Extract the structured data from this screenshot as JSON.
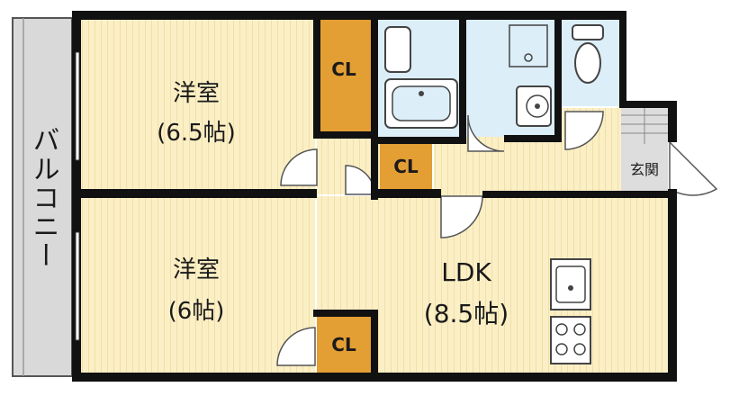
{
  "balcony": {
    "label": "バルコニー"
  },
  "rooms": {
    "western_room_1": {
      "name": "洋室",
      "size": "(6.5帖)"
    },
    "western_room_2": {
      "name": "洋室",
      "size": "(6帖)"
    },
    "ldk": {
      "name": "LDK",
      "size": "(8.5帖)"
    },
    "entrance": {
      "name": "玄関"
    }
  },
  "closets": [
    {
      "label": "CL"
    },
    {
      "label": "CL"
    },
    {
      "label": "CL"
    }
  ],
  "colors": {
    "wall": "#111111",
    "floor": "#fbefc6",
    "floor_line": "#f2dfa6",
    "closet": "#e39e34",
    "wet": "#dceef8",
    "balcony": "#d9d9d9",
    "entrance": "#dddddd"
  }
}
